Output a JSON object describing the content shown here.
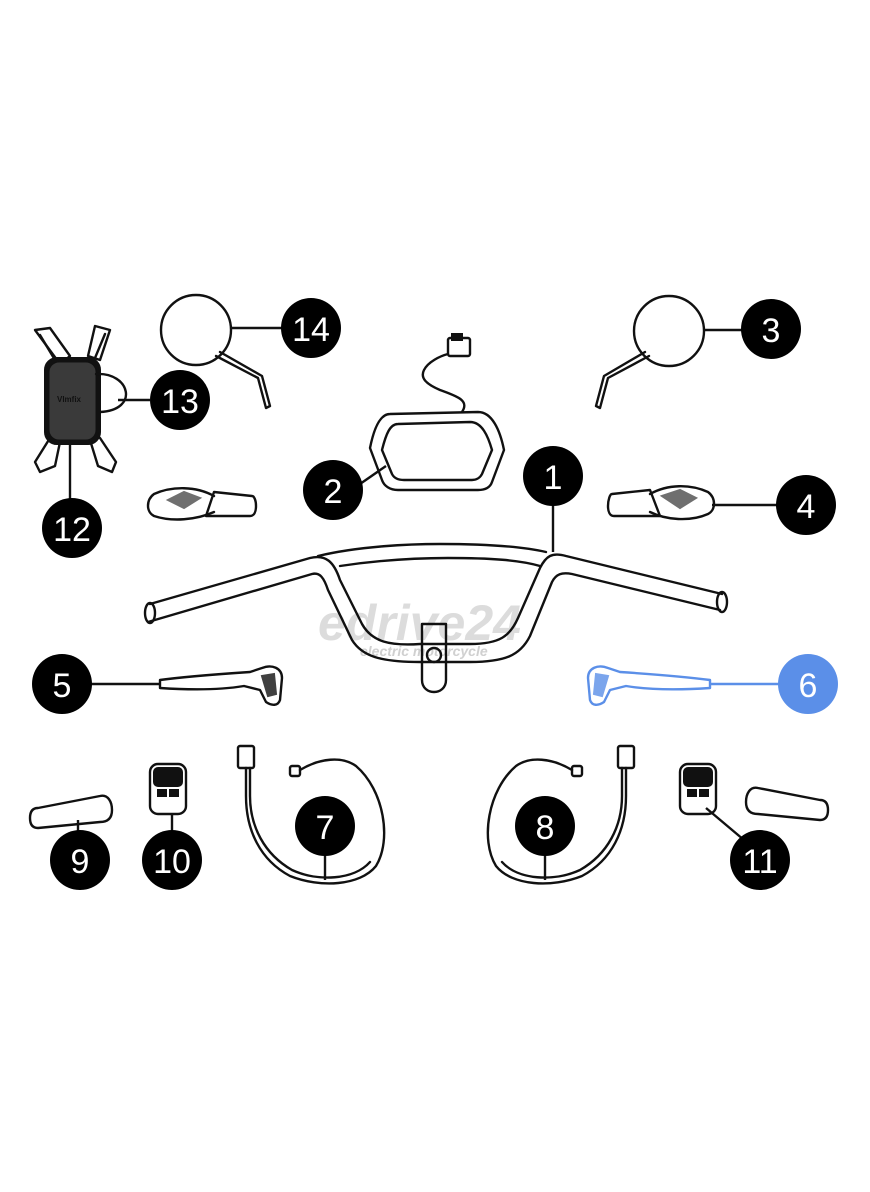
{
  "watermark": {
    "brand": "edrive24",
    "tagline": "electric motorcycle"
  },
  "phone_holder_logo": "Vlmfix",
  "colors": {
    "callout": "#000000",
    "callout_highlight": "#5b8fe8",
    "line": "#111111"
  },
  "parts": [
    {
      "id": "1",
      "label": "1",
      "name": "handlebar"
    },
    {
      "id": "2",
      "label": "2",
      "name": "display"
    },
    {
      "id": "3",
      "label": "3",
      "name": "mirror-right"
    },
    {
      "id": "4",
      "label": "4",
      "name": "turn-signal-right"
    },
    {
      "id": "5",
      "label": "5",
      "name": "brake-lever-left"
    },
    {
      "id": "6",
      "label": "6",
      "name": "brake-lever-right",
      "highlighted": true
    },
    {
      "id": "7",
      "label": "7",
      "name": "cable-left"
    },
    {
      "id": "8",
      "label": "8",
      "name": "cable-right"
    },
    {
      "id": "9",
      "label": "9",
      "name": "grip-left"
    },
    {
      "id": "10",
      "label": "10",
      "name": "switch-left"
    },
    {
      "id": "11",
      "label": "11",
      "name": "switch-right"
    },
    {
      "id": "12",
      "label": "12",
      "name": "phone-holder"
    },
    {
      "id": "13",
      "label": "13",
      "name": "phone-holder-strap"
    },
    {
      "id": "14",
      "label": "14",
      "name": "mirror-left"
    }
  ]
}
